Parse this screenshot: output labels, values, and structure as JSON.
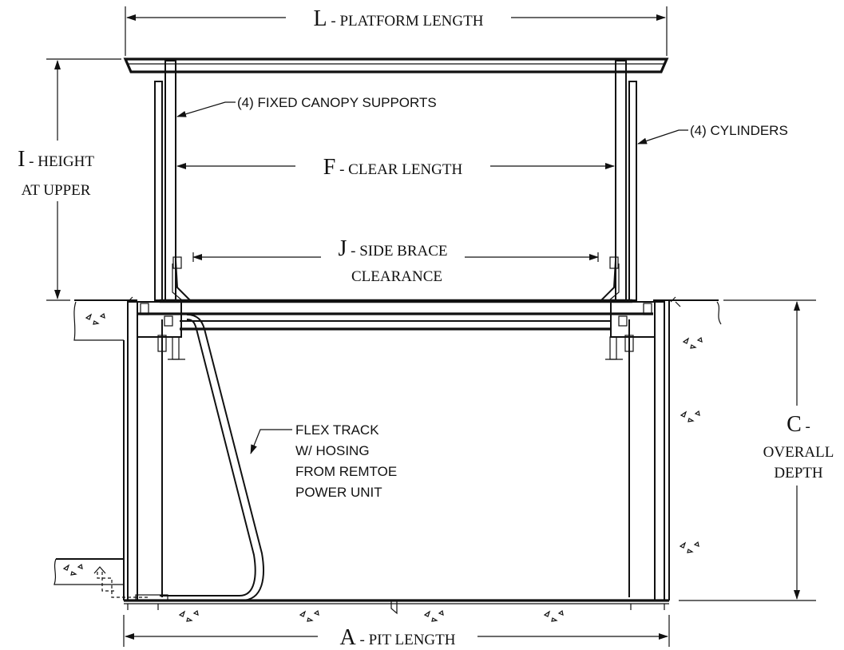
{
  "dimensions": {
    "platform_length": {
      "letter": "L",
      "text": " - PLATFORM LENGTH"
    },
    "height_at_upper": {
      "letter": "I",
      "line1": " - HEIGHT",
      "line2": "AT UPPER"
    },
    "clear_length": {
      "letter": "F",
      "text": " - CLEAR LENGTH"
    },
    "side_brace_clearance": {
      "letter": "J",
      "line1": " - SIDE BRACE",
      "line2": "CLEARANCE"
    },
    "overall_depth": {
      "letter": "C",
      "line1": " -",
      "line2": "OVERALL",
      "line3": "DEPTH"
    },
    "pit_length": {
      "letter": "A",
      "text": " - PIT LENGTH"
    }
  },
  "callouts": {
    "canopy_supports": "(4) FIXED CANOPY SUPPORTS",
    "cylinders": "(4) CYLINDERS",
    "flex_track": [
      "FLEX TRACK",
      "W/ HOSING",
      "FROM REMTOE",
      "POWER UNIT"
    ]
  },
  "colors": {
    "ink": "#111111",
    "background": "#ffffff"
  }
}
